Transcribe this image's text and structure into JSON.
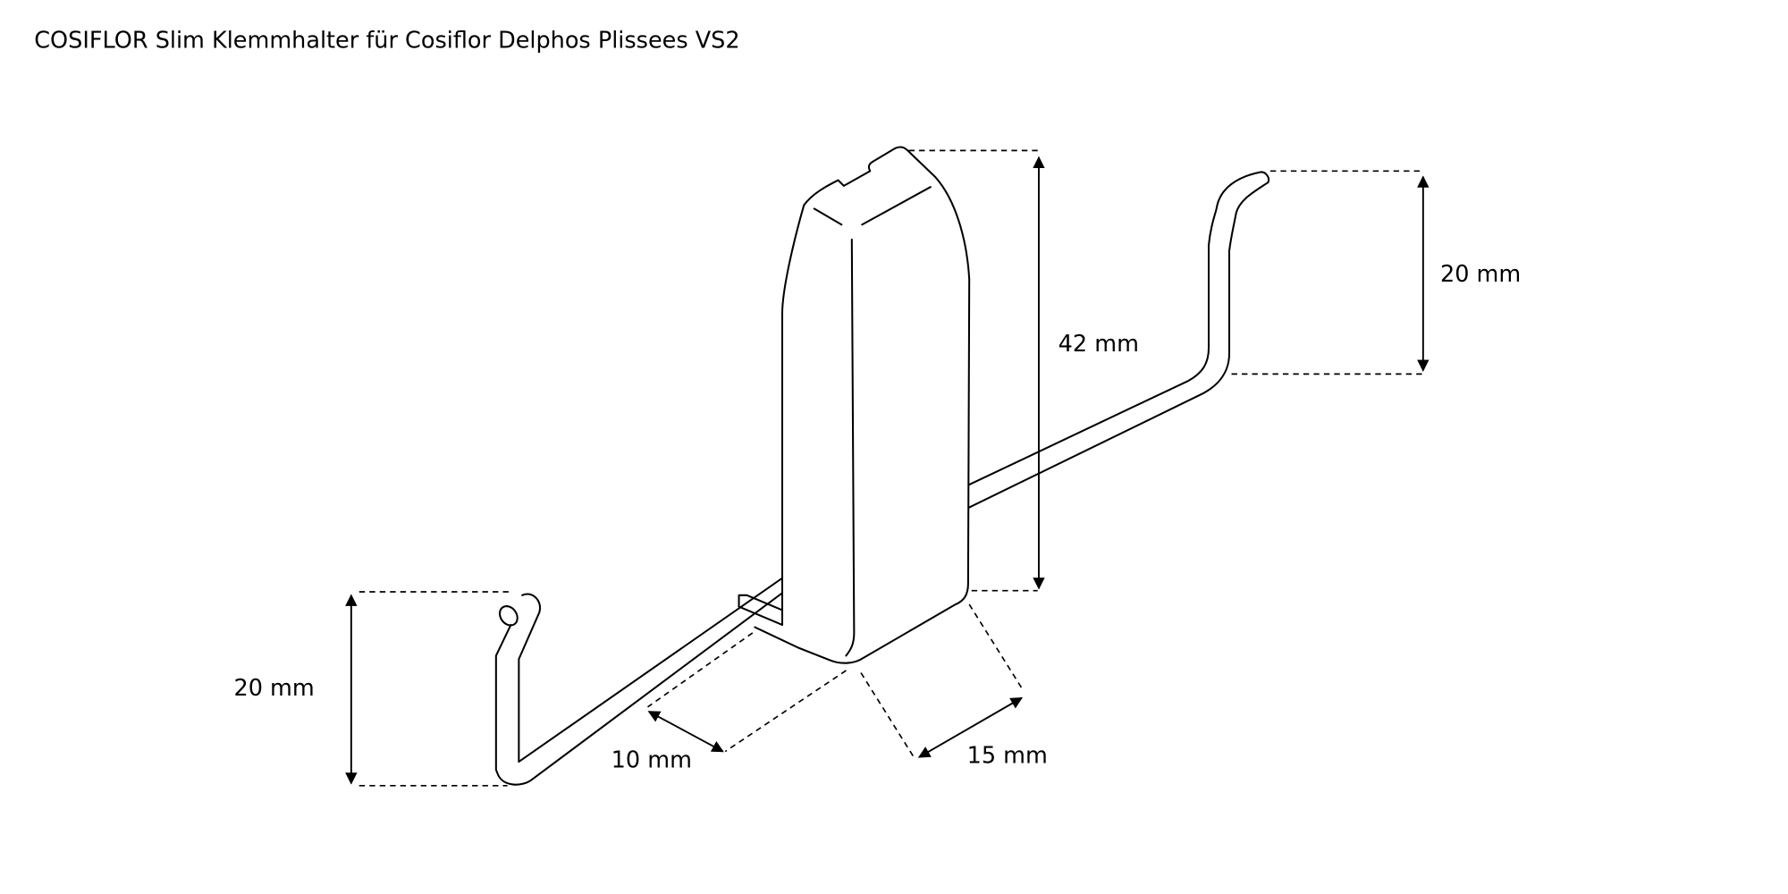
{
  "title": "COSIFLOR Slim Klemmhalter für Cosiflor Delphos Plissees VS2",
  "dimensions": {
    "height": "42 mm",
    "right_hook": "20 mm",
    "left_hook": "20 mm",
    "depth_left": "10 mm",
    "depth_right": "15 mm"
  },
  "colors": {
    "line": "#000000",
    "background": "#ffffff"
  }
}
